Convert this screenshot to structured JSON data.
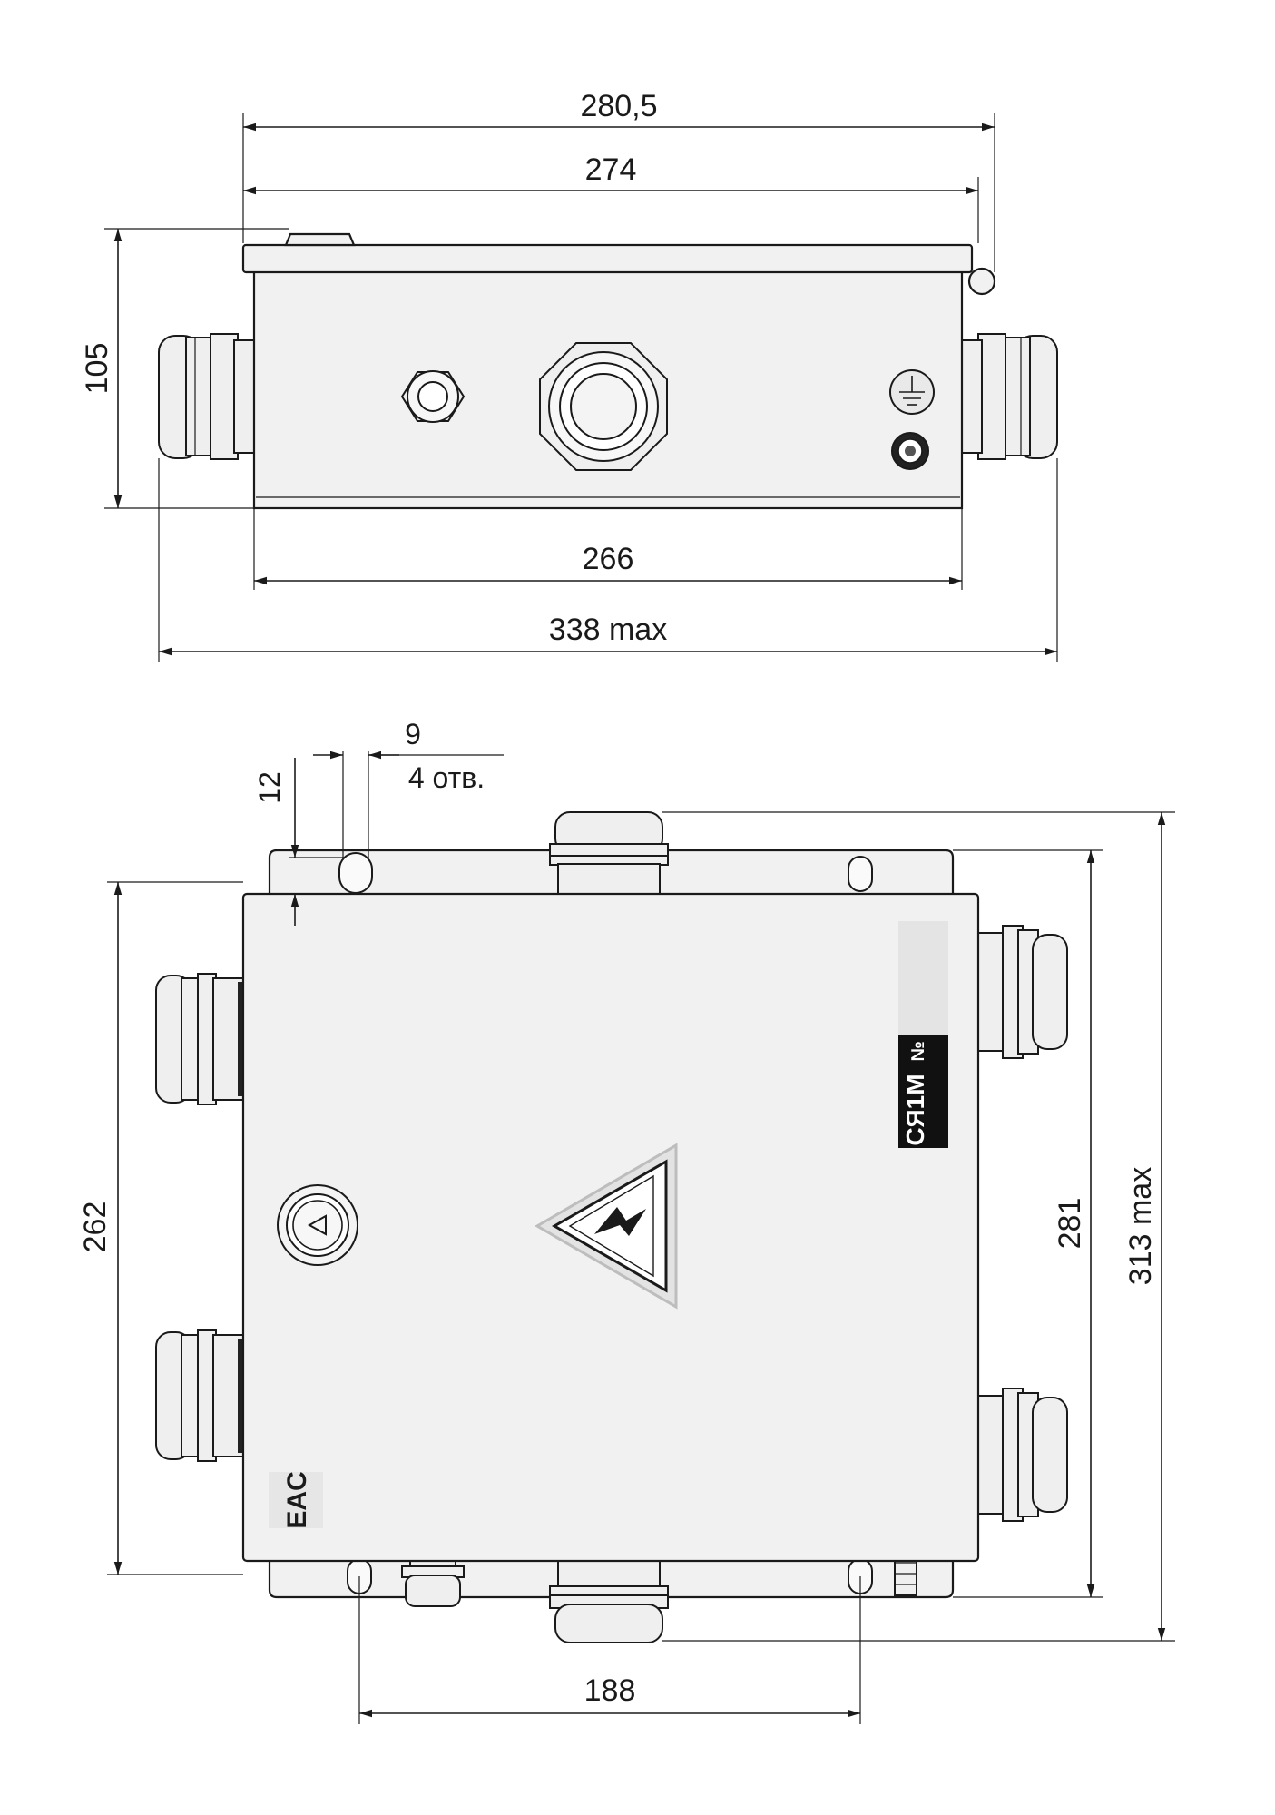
{
  "front_view": {
    "dims": {
      "overall_width": "280,5",
      "cover_width": "274",
      "height": "105",
      "base_width": "266",
      "max_width": "338 max"
    },
    "ground_symbol": "ground-icon"
  },
  "top_view": {
    "dims": {
      "hole_diameter": "9",
      "hole_count": "4 отв.",
      "hole_offset": "12",
      "body_height": "262",
      "flange_height": "281",
      "max_height": "313 max",
      "hole_spacing": "188"
    },
    "nameplate": "СЯ1М",
    "nameplate_no": "№",
    "certification": "EAC"
  },
  "colors": {
    "line": "#1a1a1a",
    "fill": "#f1f1f1",
    "label_bg": "#111111",
    "label_light": "#e4e4e4"
  }
}
